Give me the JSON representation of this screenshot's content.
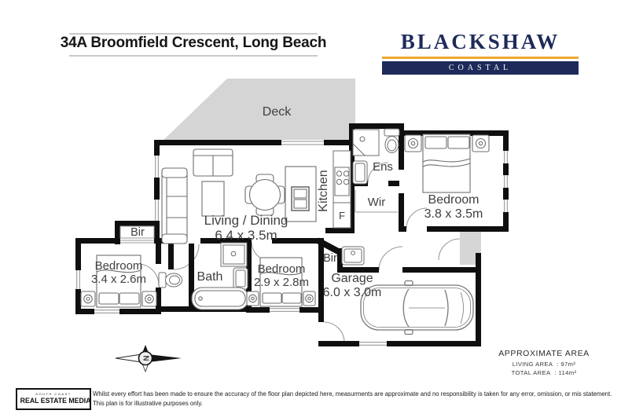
{
  "header": {
    "title": "34A Broomfield Crescent, Long Beach"
  },
  "brand": {
    "name": "BLACKSHAW",
    "sub": "COASTAL",
    "navy": "#1e2a5a",
    "gold": "#efa82e"
  },
  "rooms": {
    "deck": "Deck",
    "living": {
      "name": "Living / Dining",
      "dims": "6.4 x 3.5m"
    },
    "kitchen": "Kitchen",
    "fridge": "F",
    "ens": "Ens",
    "wir": "Wir",
    "bed_main": {
      "name": "Bedroom",
      "dims": "3.8 x 3.5m"
    },
    "bir_left": "Bir",
    "bed_left": {
      "name": "Bedroom",
      "dims": "3.4 x 2.6m"
    },
    "bath": "Bath",
    "bed_mid": {
      "name": "Bedroom",
      "dims": "2.9 x 2.8m"
    },
    "bir_hall": "Bir",
    "garage": {
      "name": "Garage",
      "dims": "6.0 x 3.0m"
    }
  },
  "compass": {
    "letter": "N"
  },
  "area": {
    "heading": "APPROXIMATE AREA",
    "rows": [
      {
        "label": "LIVING AREA",
        "value": ":  97m²"
      },
      {
        "label": "TOTAL AREA",
        "value": ":  114m²"
      }
    ]
  },
  "footer": {
    "logo_top": "SOUTH COAST",
    "logo_main": "REAL ESTATE MEDIA",
    "disclaimer_line1": "Whilst every effort has been made to ensure the accuracy of the floor plan depicted here, measurments are approximate and no responsibility is taken for any error, omission, or mis statement.",
    "disclaimer_line2": "This plan is for illustrative purposes only."
  }
}
